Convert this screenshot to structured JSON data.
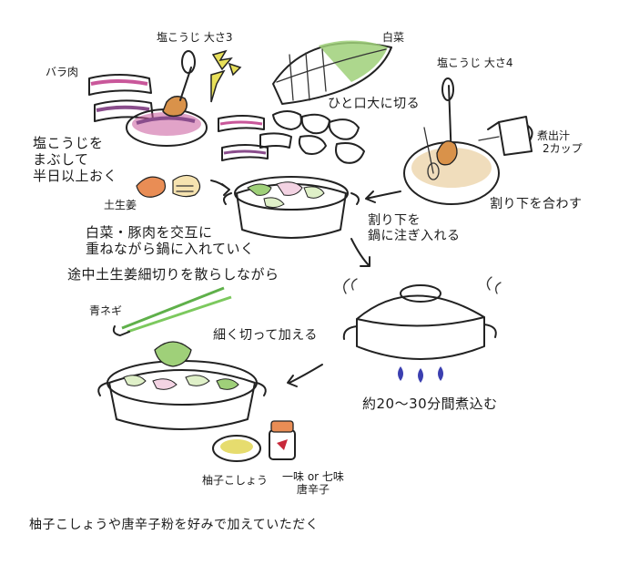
{
  "labels": {
    "shio_koji_3": "塩こうじ 大さ3",
    "bara_niku": "バラ肉",
    "hakusai": "白菜",
    "hitokuchi": "ひと口大に切る",
    "shio_koji_4": "塩こうじ 大さ4",
    "mabushite": [
      "塩こうじを",
      "まぶして",
      "半日以上おく"
    ],
    "nidashijiru": [
      "煮出汁",
      "2カップ"
    ],
    "warishita_awasu": "割り下を合わす",
    "tsuchi_shoga": "土生姜",
    "warishita_sosogu": [
      "割り下を",
      "鍋に注ぎ入れる"
    ],
    "kasaneru": [
      "白菜・豚肉を交互に",
      "重ねながら鍋に入れていく"
    ],
    "shoga_chirashi": "途中土生姜細切りを散らしながら",
    "ao_negi": "青ネギ",
    "komakaku": "細く切って加える",
    "nikomu": "約20〜30分間煮込む",
    "yuzu_kosho": "柚子こしょう",
    "ichimi": [
      "一味 or 七味",
      "唐辛子"
    ],
    "footer": "柚子こしょうや唐辛子粉を好みで加えていただく"
  },
  "colors": {
    "ink": "#222222",
    "pork_pink": "#c9579a",
    "pork_purple": "#8a4d8c",
    "koji_orange": "#d9924a",
    "cabbage_green": "#9fd079",
    "cabbage_light": "#dff0c8",
    "yellow_leaf": "#e8e05a",
    "ginger": "#e98d55",
    "yuzu": "#e6dc6e",
    "chili_red": "#c8283a",
    "broth": "#e9cfa0",
    "flame_blue": "#3b3fb0"
  },
  "icons": [
    "pork-belly-icon",
    "koji-pan-icon",
    "hakusai-icon",
    "warishita-pan-icon",
    "dashi-cup-icon",
    "ginger-icon",
    "nabe-pot-icon",
    "lidded-pot-icon",
    "green-onion-icon",
    "finished-nabe-icon",
    "yuzu-kosho-dish-icon",
    "chili-jar-icon",
    "arrow-icon"
  ]
}
